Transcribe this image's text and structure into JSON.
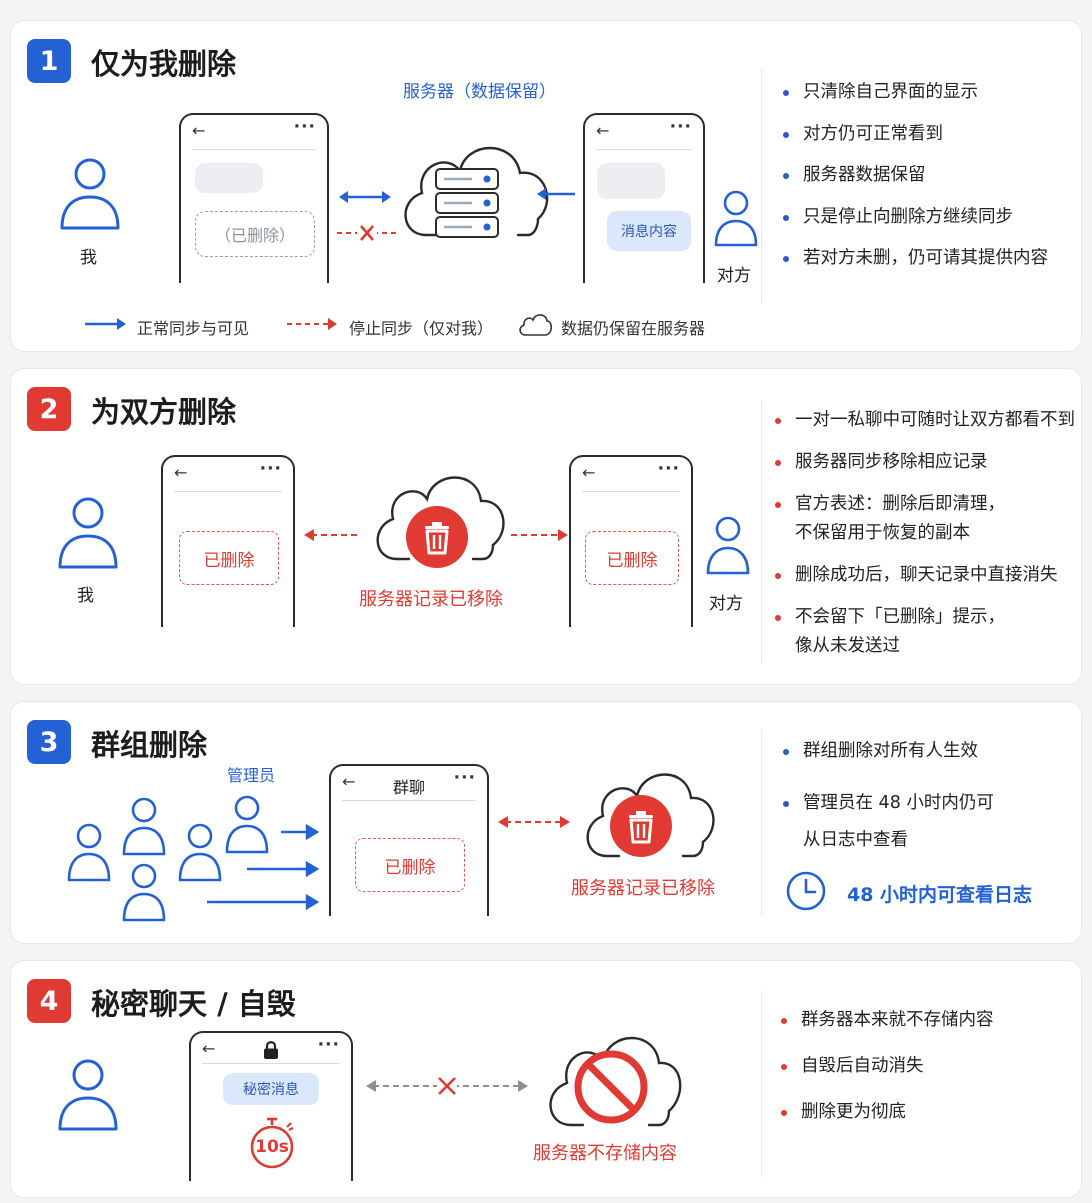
{
  "section1": {
    "number": "1",
    "title": "仅为我删除",
    "server_label": "服务器（数据保留）",
    "me_label": "我",
    "other_label": "对方",
    "deleted_label": "（已删除）",
    "message_label": "消息内容",
    "bullets": [
      "只清除自己界面的显示",
      "对方仍可正常看到",
      "服务器数据保留",
      "只是停止向删除方继续同步",
      "若对方未删，仍可请其提供内容"
    ],
    "legend": {
      "sync": "正常同步与可见",
      "stop": "停止同步（仅对我）",
      "server": "数据仍保留在服务器"
    },
    "accent": "#2461d4"
  },
  "section2": {
    "number": "2",
    "title": "为双方删除",
    "me_label": "我",
    "other_label": "对方",
    "deleted_left": "已删除",
    "deleted_right": "已删除",
    "server_caption": "服务器记录已移除",
    "bullets": [
      "一对一私聊中可随时让双方都看不到",
      "服务器同步移除相应记录",
      "官方表述：删除后即清理，",
      "不保留用于恢复的副本",
      "删除成功后，聊天记录中直接消失",
      "不会留下「已删除」提示，",
      "像从未发送过"
    ],
    "accent": "#e03a33"
  },
  "section3": {
    "number": "3",
    "title": "群组删除",
    "admin_label": "管理员",
    "chat_title": "群聊",
    "deleted_label": "已删除",
    "server_caption": "服务器记录已移除",
    "bullets": [
      "群组删除对所有人生效",
      "管理员在 48 小时内仍可",
      "从日志中查看"
    ],
    "clock_label": "48 小时内可查看日志"
  },
  "section4": {
    "number": "4",
    "title": "秘密聊天 / 自毁",
    "secret_label": "秘密消息",
    "timer_label": "10s",
    "server_caption": "服务器不存储内容",
    "bullets": [
      "群务器本来就不存储内容",
      "自毁后自动消失",
      "删除更为彻底"
    ]
  },
  "icons": [
    "person-icon",
    "cloud-icon",
    "server-icon",
    "trash-icon",
    "clock-icon",
    "lock-icon",
    "timer-icon",
    "no-entry-icon",
    "arrow-icon"
  ]
}
